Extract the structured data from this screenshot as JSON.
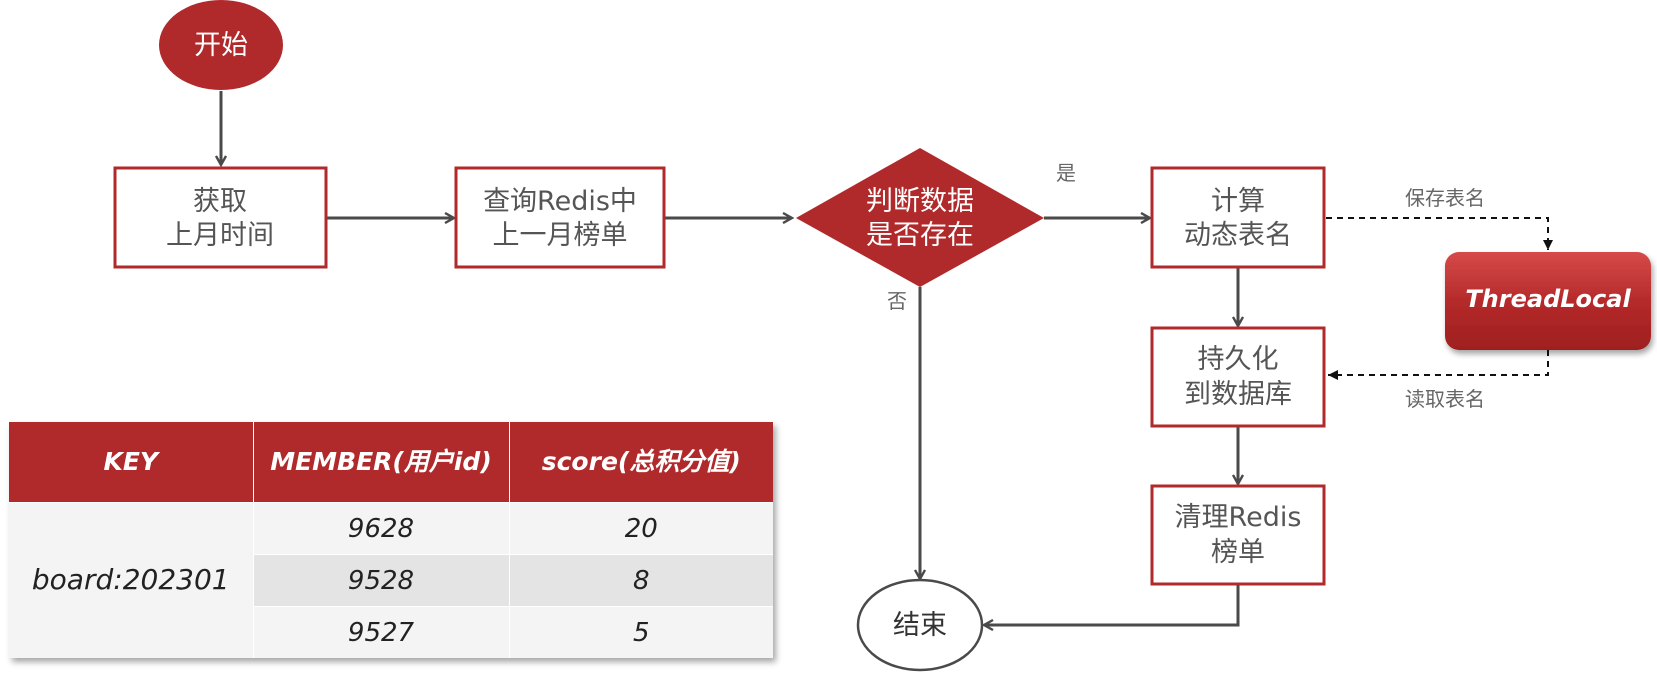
{
  "nodes": {
    "start": "开始",
    "get_month": [
      "获取",
      "上月时间"
    ],
    "query_redis": [
      "查询Redis中",
      "上一月榜单"
    ],
    "decision": [
      "判断数据",
      "是否存在"
    ],
    "compute_table": [
      "计算",
      "动态表名"
    ],
    "thread_local": "ThreadLocal",
    "persist": [
      "持久化",
      "到数据库"
    ],
    "clean_redis": [
      "清理Redis",
      "榜单"
    ],
    "end": "结束"
  },
  "edge_labels": {
    "yes": "是",
    "no": "否",
    "save_name": "保存表名",
    "read_name": "读取表名"
  },
  "colors": {
    "accent": "#b0292b",
    "arrow": "#4a4a4a"
  },
  "table": {
    "headers": [
      "KEY",
      "MEMBER(用户id)",
      "score(总积分值)"
    ],
    "key": "board:202301",
    "rows": [
      {
        "member": "9628",
        "score": "20"
      },
      {
        "member": "9528",
        "score": "8"
      },
      {
        "member": "9527",
        "score": "5"
      }
    ]
  }
}
